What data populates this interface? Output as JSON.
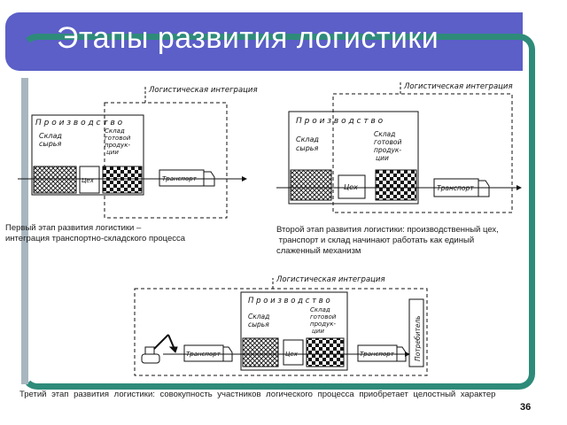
{
  "title": "Этапы развития логистики",
  "page_number": "36",
  "labels": {
    "integration": "Логистическая интеграция",
    "production": "П р о и з в о д с т в о",
    "raw_warehouse_1": "Склад",
    "raw_warehouse_2": "сырья",
    "finished_1": "Склад",
    "finished_2": "готовой",
    "finished_3": "продук-",
    "finished_4": "ции",
    "workshop": "Цех",
    "transport": "Транспорт",
    "consumer": "Потребитель"
  },
  "captions": {
    "stage1_line1": "Первый этап развития логистики –",
    "stage1_line2": "интеграция транспортно-складского процесса",
    "stage2_line1": "Второй этап развития логистики: производственный цех,",
    "stage2_line2": " транспорт и склад начинают работать как единый",
    "stage2_line3": "слаженный механизм",
    "stage3": "Третий этап развития логистики: совокупность участников логического процесса приобретает целостный характер"
  },
  "colors": {
    "title_bar": "#5b5fc7",
    "frame": "#2e8b7a"
  }
}
